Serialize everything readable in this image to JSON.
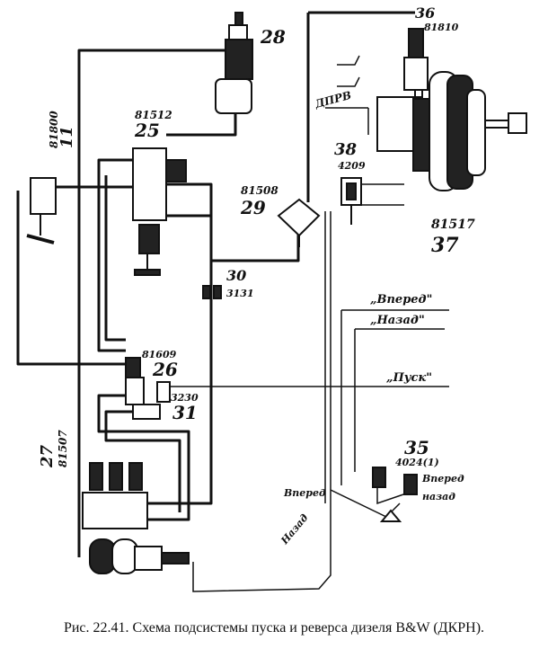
{
  "caption": "Рис. 22.41. Схема подсистемы пуска и реверса дизеля B&W (ДКРН).",
  "labels": {
    "n28": "28",
    "n36": "36",
    "c36": "81810",
    "n11": "11",
    "c11": "81800",
    "n25": "25",
    "c25": "81512",
    "dprv": "ДПРВ",
    "n38": "38",
    "c38": "4209",
    "n29": "29",
    "c29": "81508",
    "n37": "37",
    "c37": "81517",
    "n30": "30",
    "c30": "3131",
    "n26": "26",
    "c26": "81609",
    "n31": "31",
    "c31": "3230",
    "n27": "27",
    "c27": "81507",
    "n35": "35",
    "c35": "4024(1)",
    "vpered_sig": "„Вперед\"",
    "nazad_sig": "„Назад\"",
    "pusk_sig": "„Пуск\"",
    "vpered_small": "Вперед",
    "nazad_small": "Назад",
    "vpered_35": "Вперед",
    "nazad_35": "назад"
  }
}
